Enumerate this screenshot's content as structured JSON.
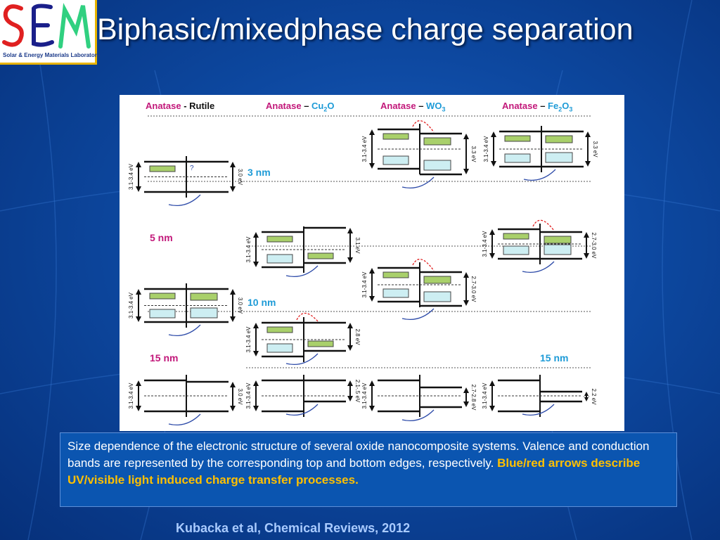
{
  "logo": {
    "letters": "SEM",
    "tagline": "Solar & Energy Materials Laboratory"
  },
  "title": "Biphasic/mixedphase charge separation",
  "diagram": {
    "headers": [
      {
        "a": "Anatase",
        "sep": " - ",
        "b": "Rutile"
      },
      {
        "a": "Anatase",
        "sep": " – ",
        "b": "Cu",
        "sub": "2",
        "c": "O"
      },
      {
        "a": "Anatase",
        "sep": " – ",
        "b": "WO",
        "sub": "3",
        "c": ""
      },
      {
        "a": "Anatase",
        "sep": " – ",
        "b": "Fe",
        "sub": "2",
        "c": "O",
        "sub2": "3"
      }
    ],
    "size_labels": [
      "3 nm",
      "5 nm",
      "10 nm",
      "15 nm",
      "15 nm"
    ],
    "anatase_gap": "3.1-3.4 eV",
    "gaps": [
      "3.0 eV",
      "3.3 eV",
      "3.3 eV",
      "3.1 eV",
      "2.7-3.0 eV",
      "2.7-3.0 eV",
      "3.0 eV",
      "2.8 eV",
      "3.0 eV",
      "2.1-.5 eV",
      "2.7-2.8 eV",
      "2.2 eV"
    ],
    "question_mark": "?",
    "colors": {
      "electron_box": "#a9d06b",
      "hole_box": "#cdeef2",
      "uv_arrow": "#2c4aa8",
      "visible_arrow": "#e02020",
      "dashes": "#555555"
    }
  },
  "caption": {
    "text": "Size dependence of the electronic structure of several oxide nanocomposite systems. Valence and conduction bands are represented by the corresponding top and bottom edges, respectively. ",
    "highlight": "Blue/red arrows describe UV/visible light induced charge transfer processes."
  },
  "citation": "Kubacka et al, Chemical Reviews, 2012"
}
